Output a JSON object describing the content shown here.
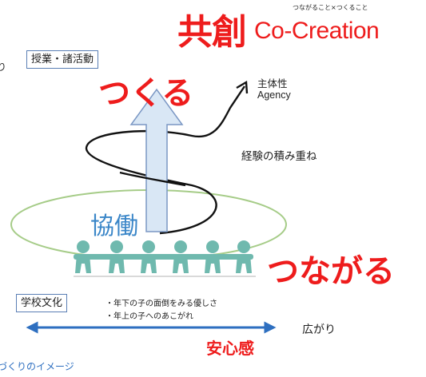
{
  "title": {
    "kanji": "共創",
    "english": "Co-Creation",
    "subtitle": "つながること×つくること"
  },
  "labels": {
    "jugyou": "授業・諸活動",
    "gakkou": "学校文化",
    "tsukuru": "つくる",
    "tsunagaru": "つながる",
    "kyoudou": "協働",
    "anshin": "安心感",
    "shutaisei": "主体性",
    "agency": "Agency",
    "keiken": "経験の積み重ね",
    "hirogari": "広がり",
    "note_1": "・年下の子の面倒をみる優しさ",
    "note_2": "・年上の子へのあこがれ",
    "left_fragment": "り",
    "caption": "づくりのイメージ"
  },
  "colors": {
    "accent_red": "#ee1c1c",
    "blue_text": "#3a86c8",
    "figure_teal": "#6fb9ae",
    "arrow_fill": "#d9e7f5",
    "arrow_stroke": "#7a97c4",
    "ellipse_green": "#a6cc88",
    "spread_blue": "#2e6fc0"
  },
  "icons": {
    "people": "people-chain-icon"
  }
}
